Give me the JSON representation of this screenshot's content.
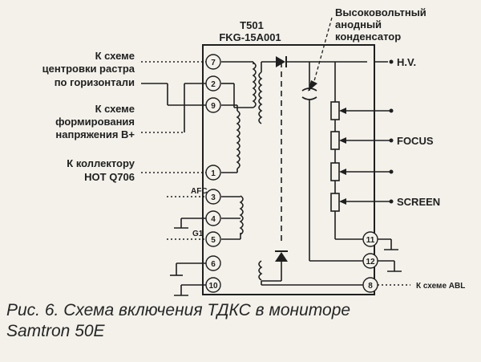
{
  "transformer": {
    "ref": "T501",
    "model": "FKG-15A001"
  },
  "capacitor_label": [
    "Высоковольтный",
    "анодный",
    "конденсатор"
  ],
  "left_labels": {
    "center": [
      "К схеме",
      "центровки растра",
      "по горизонтали"
    ],
    "bplus": [
      "К схеме",
      "формирования",
      "напряжения B+"
    ],
    "collector": [
      "К коллектору",
      "HOT Q706"
    ]
  },
  "pins": {
    "p7": "7",
    "p2": "2",
    "p9": "9",
    "p1": "1",
    "p3": "3",
    "p4": "4",
    "p5": "5",
    "p6": "6",
    "p10": "10",
    "p11": "11",
    "p12": "12",
    "p8": "8"
  },
  "pin_labels": {
    "afc": "AFC",
    "g1": "G1"
  },
  "right_labels": {
    "hv": "H.V.",
    "focus": "FOCUS",
    "screen": "SCREEN",
    "abl": "К схеме ABL"
  },
  "caption": {
    "line1": "Рис. 6. Схема включения ТДКС в мониторе",
    "line2": "Samtron 50E"
  }
}
